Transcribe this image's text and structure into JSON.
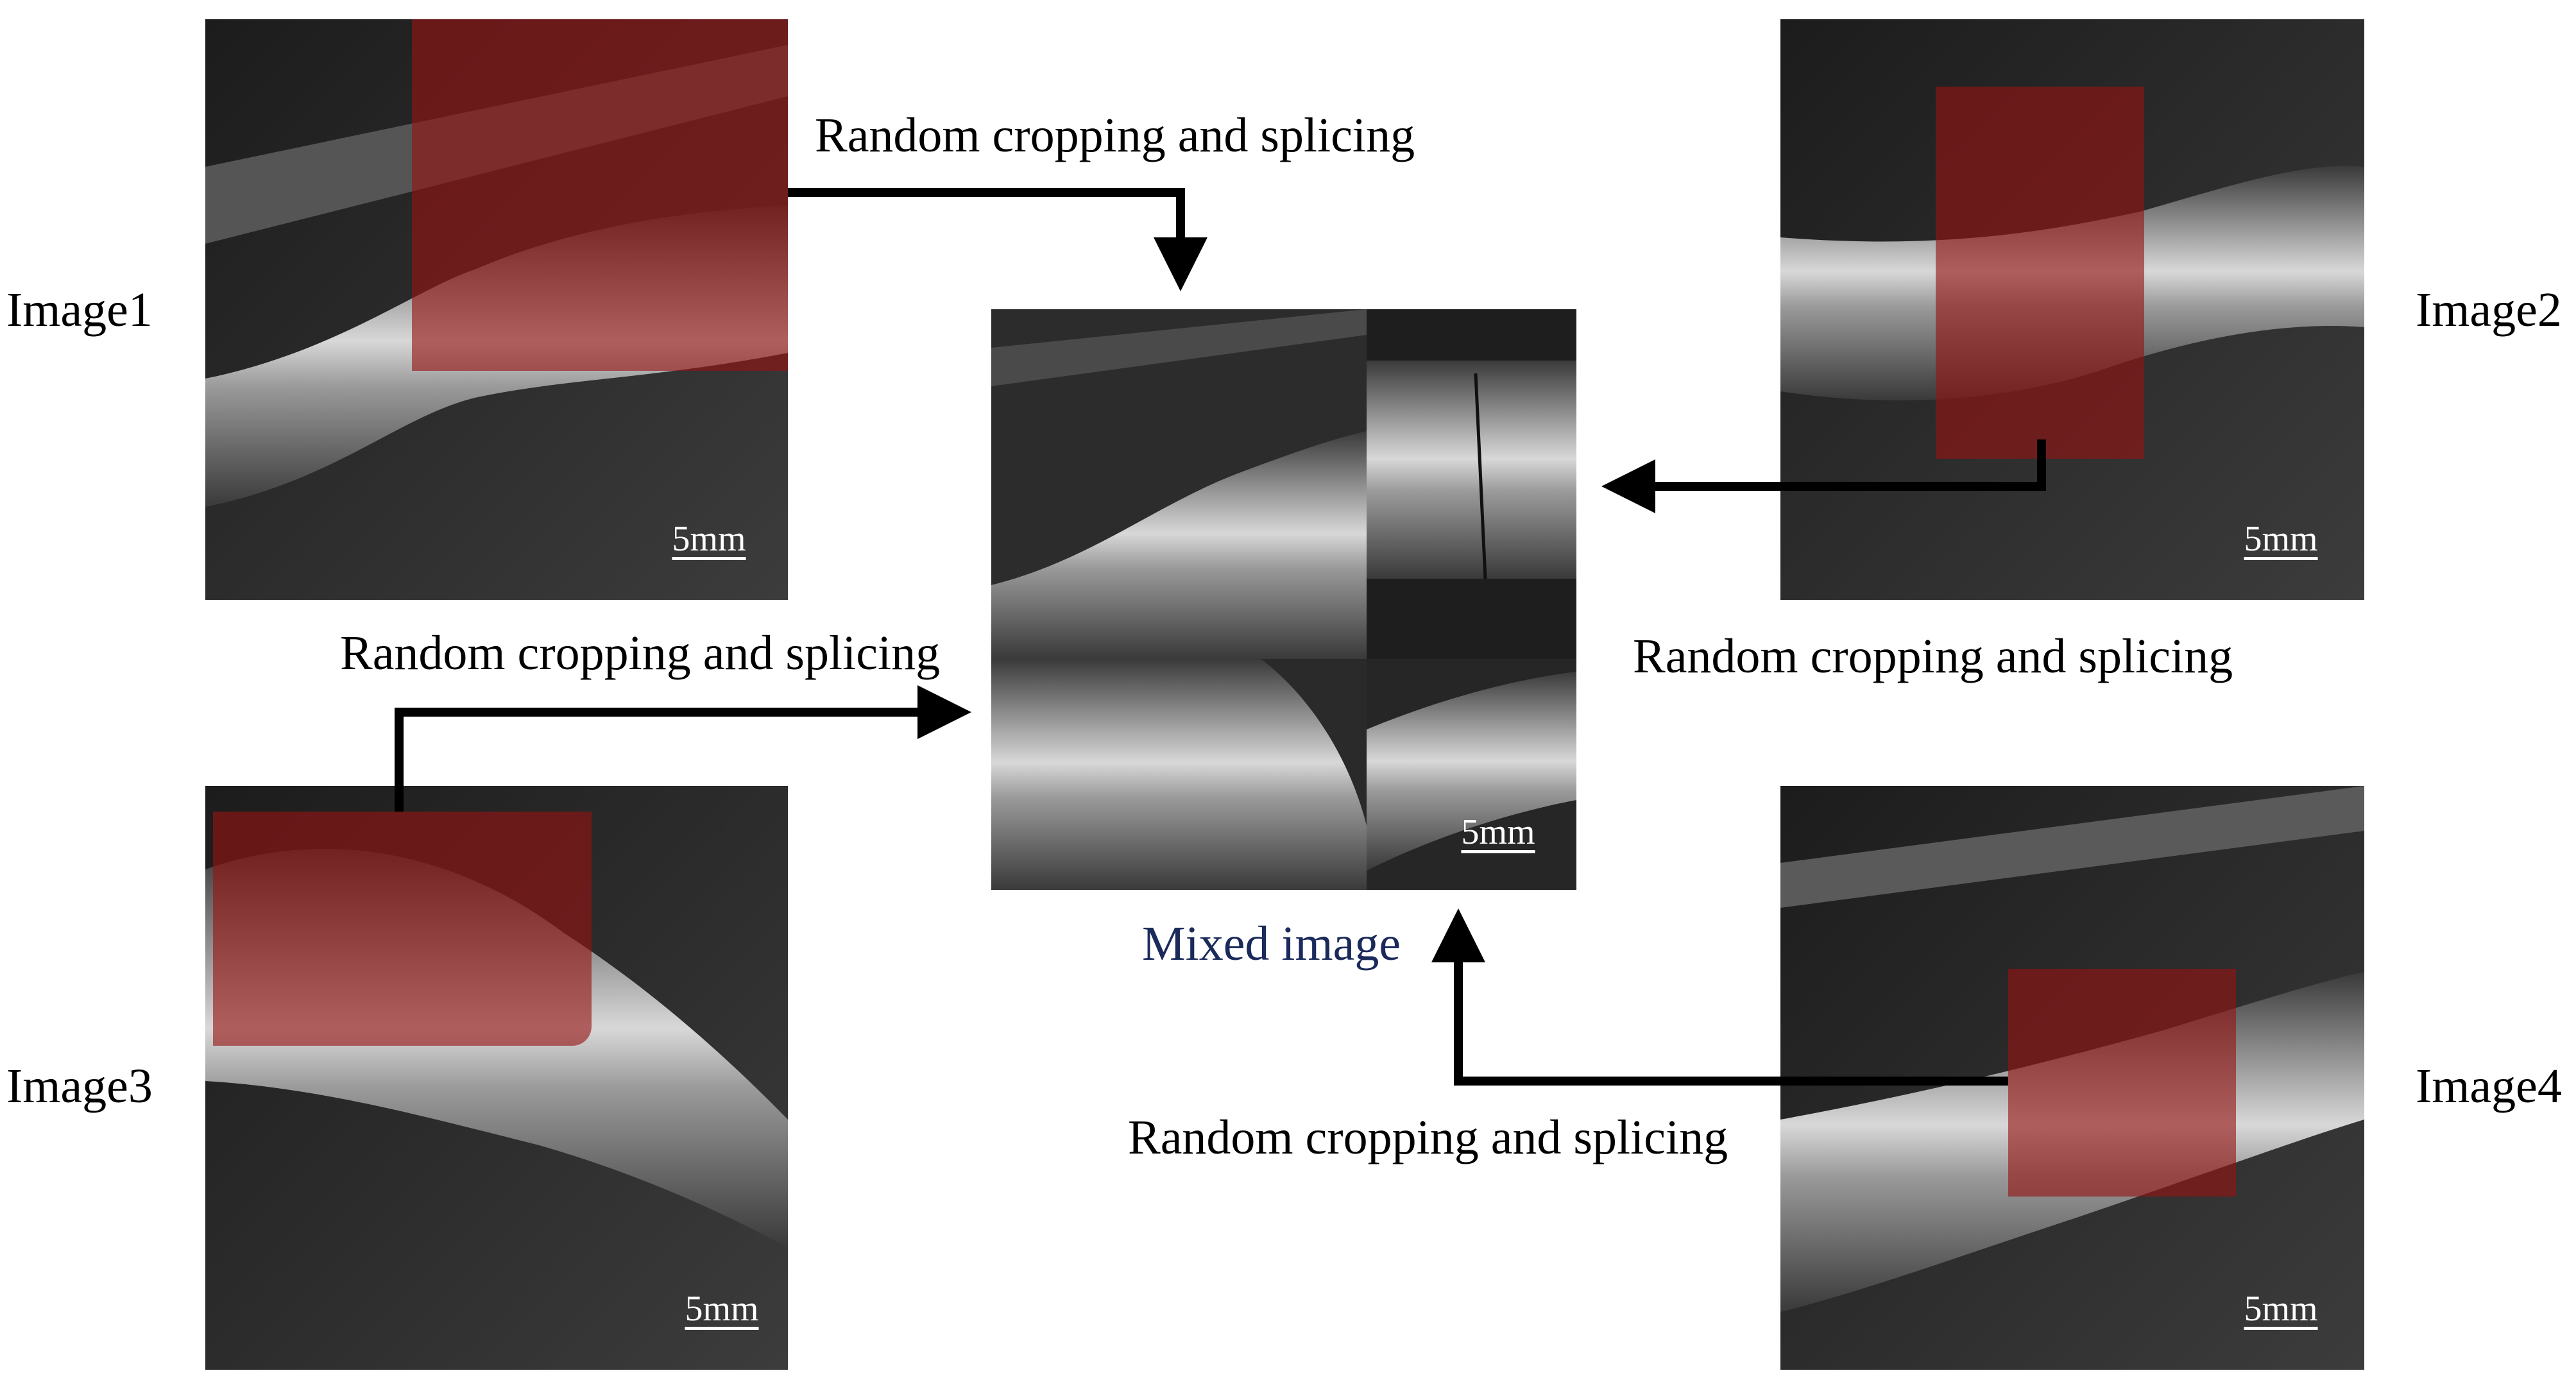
{
  "labels": {
    "image1": "Image1",
    "image2": "Image2",
    "image3": "Image3",
    "image4": "Image4"
  },
  "captions": {
    "crop1": "Random cropping and splicing",
    "crop2": "Random cropping and splicing",
    "crop3": "Random cropping and splicing",
    "crop4": "Random cropping and splicing",
    "mixed": "Mixed image"
  },
  "scalebars": {
    "image1": "5mm",
    "image2": "5mm",
    "image3": "5mm",
    "image4": "5mm",
    "mixed": "5mm"
  },
  "colors": {
    "crop_overlay": "#961414",
    "arrow": "#000000",
    "mixed_caption": "#1a2a5a"
  }
}
